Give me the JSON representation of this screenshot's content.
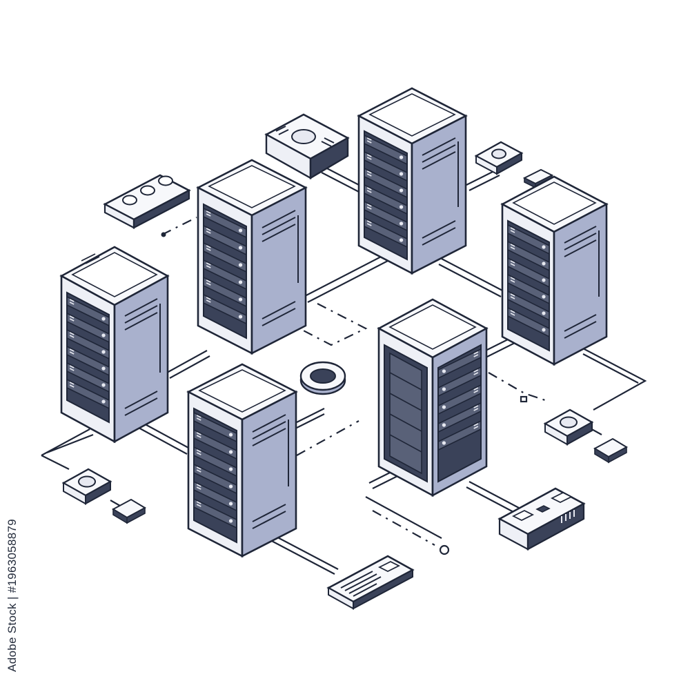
{
  "image": {
    "stock_id_text": "Adobe Stock | #1963058879",
    "palette": {
      "outline": "#1f2638",
      "top_face": "#f7f8fb",
      "left_face": "#eef0f6",
      "right_face": "#a9b1cd",
      "rack_panel": "#3a4259",
      "rack_slot": "#596178",
      "accent_light": "#e7e9f1",
      "background": "#ffffff"
    }
  },
  "scene": {
    "servers": [
      {
        "name": "server-tower-back-center",
        "rack": "left"
      },
      {
        "name": "server-tower-left-upper",
        "rack": "left"
      },
      {
        "name": "server-tower-right-upper",
        "rack": "left"
      },
      {
        "name": "server-tower-left-lower",
        "rack": "left"
      },
      {
        "name": "server-tower-front-center",
        "rack": "left"
      },
      {
        "name": "server-tower-right-lower",
        "rack": "both"
      }
    ],
    "devices": [
      "router-device",
      "hub-device",
      "switch-device",
      "connector-node",
      "keyboard-device",
      "power-strip-device",
      "cable-junction-ring"
    ]
  }
}
